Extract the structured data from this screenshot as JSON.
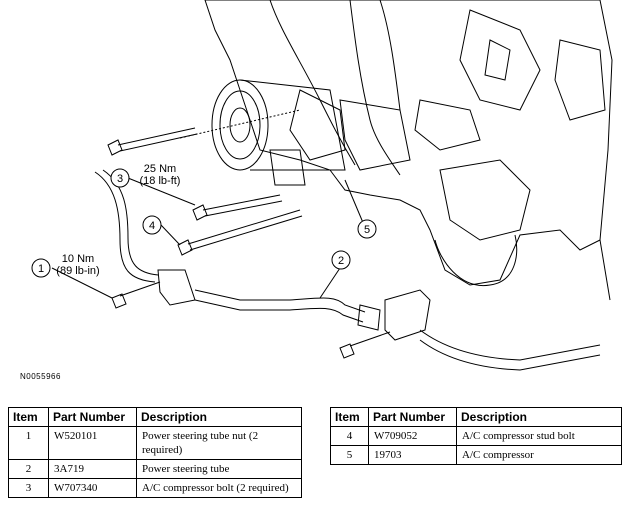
{
  "figure_id": "N0055966",
  "callouts": [
    {
      "number": "1",
      "torque_line1": "10 Nm",
      "torque_line2": "(89 lb-in)"
    },
    {
      "number": "2"
    },
    {
      "number": "3",
      "torque_line1": "25 Nm",
      "torque_line2": "(18 lb-ft)"
    },
    {
      "number": "4"
    },
    {
      "number": "5"
    }
  ],
  "table_headers": {
    "item": "Item",
    "part_number": "Part Number",
    "description": "Description"
  },
  "parts": [
    {
      "item": "1",
      "part_number": "W520101",
      "description": "Power steering tube nut (2 required)"
    },
    {
      "item": "2",
      "part_number": "3A719",
      "description": "Power steering tube"
    },
    {
      "item": "3",
      "part_number": "W707340",
      "description": "A/C compressor bolt (2 required)"
    },
    {
      "item": "4",
      "part_number": "W709052",
      "description": "A/C compressor stud bolt"
    },
    {
      "item": "5",
      "part_number": "19703",
      "description": "A/C compressor"
    }
  ]
}
